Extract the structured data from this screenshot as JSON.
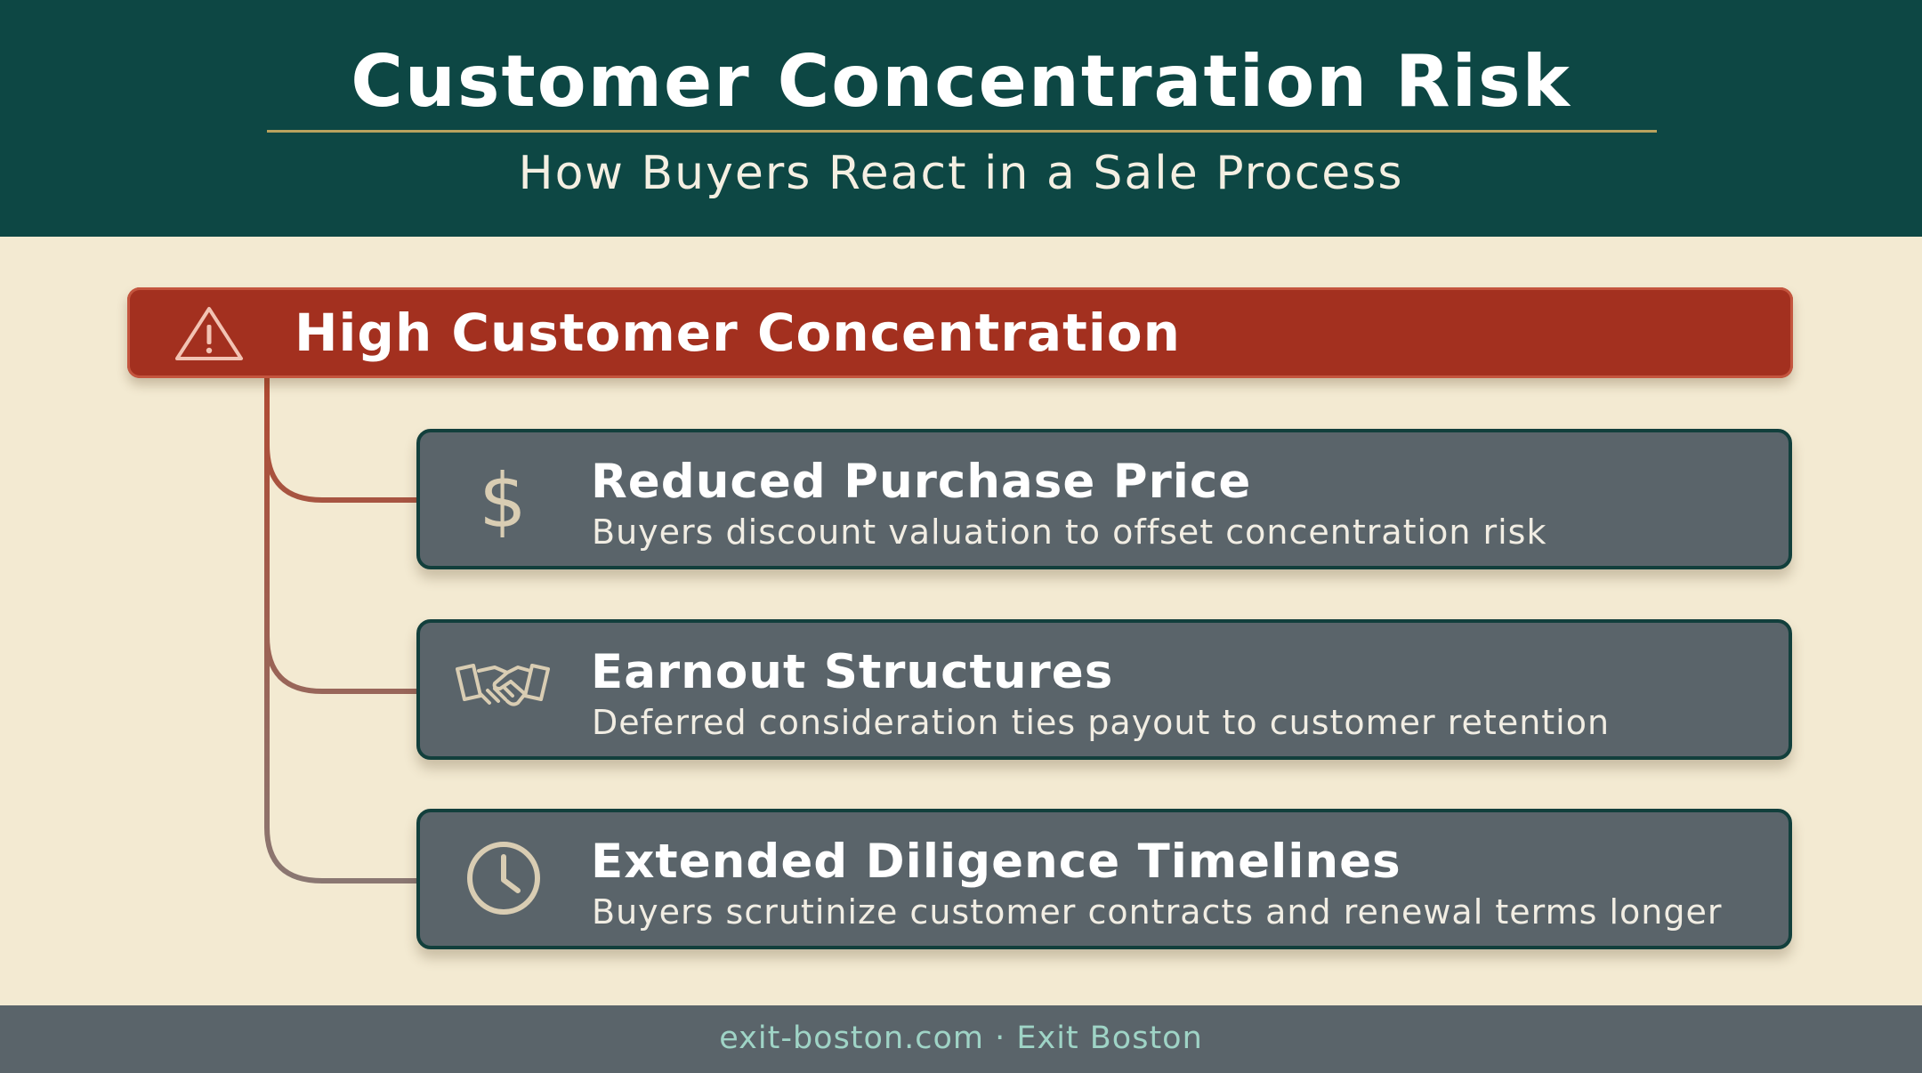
{
  "header": {
    "title": "Customer Concentration Risk",
    "subtitle": "How Buyers React in a Sale Process"
  },
  "banner": {
    "icon": "warning-triangle-icon",
    "title": "High Customer Concentration"
  },
  "items": [
    {
      "icon": "dollar-icon",
      "title": "Reduced Purchase Price",
      "description": "Buyers discount valuation to offset concentration risk"
    },
    {
      "icon": "handshake-icon",
      "title": "Earnout Structures",
      "description": "Deferred consideration ties payout to customer retention"
    },
    {
      "icon": "clock-icon",
      "title": "Extended Diligence Timelines",
      "description": "Buyers scrutinize customer contracts and renewal terms longer"
    }
  ],
  "footer": {
    "text": "exit-boston.com · Exit Boston"
  },
  "colors": {
    "header_bg": "#0d4744",
    "page_bg": "#f3ead2",
    "banner_bg": "#a3301f",
    "card_bg": "#5a646a",
    "footer_bg": "#5a646a",
    "footer_text": "#9fd4c6"
  }
}
